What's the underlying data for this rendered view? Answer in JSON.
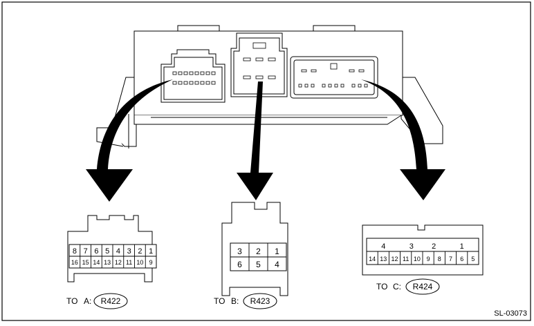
{
  "connectors": [
    {
      "prefix": "TO",
      "letter": "A:",
      "code": "R422",
      "row1": [
        "8",
        "7",
        "6",
        "5",
        "4",
        "3",
        "2",
        "1"
      ],
      "row2": [
        "16",
        "15",
        "14",
        "13",
        "12",
        "11",
        "10",
        "9"
      ]
    },
    {
      "prefix": "TO",
      "letter": "B:",
      "code": "R423",
      "row1": [
        "3",
        "2",
        "1"
      ],
      "row2": [
        "6",
        "5",
        "4"
      ]
    },
    {
      "prefix": "TO",
      "letter": "C:",
      "code": "R424",
      "row1": [
        "4",
        "3",
        "2",
        "1"
      ],
      "row2": [
        "14",
        "13",
        "12",
        "11",
        "10",
        "9",
        "8",
        "7",
        "6",
        "5"
      ]
    }
  ],
  "figure_id": "SL-03073"
}
